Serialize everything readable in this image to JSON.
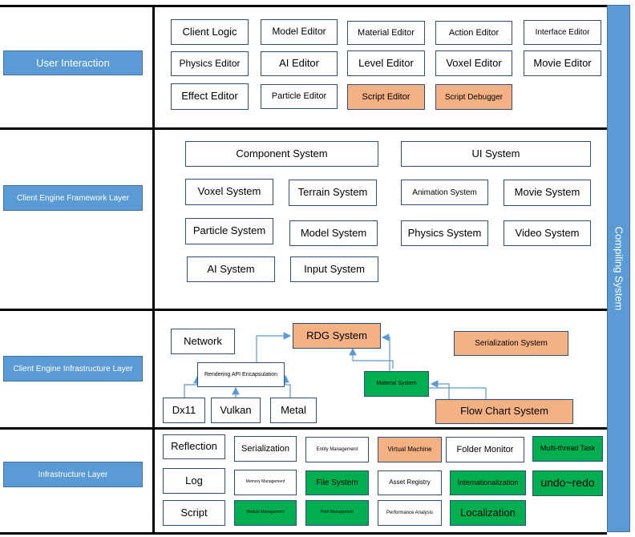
{
  "compiling_system": "Compiling System",
  "layers": {
    "user_interaction": "User Interaction",
    "client_engine_framework": "Client Engine Framework Layer",
    "client_engine_infrastructure": "Client Engine Infrastructure Layer",
    "infrastructure": "Infrastructure Layer"
  },
  "ui": {
    "client_logic": "Client Logic",
    "model_editor": "Model Editor",
    "material_editor": "Material Editor",
    "action_editor": "Action Editor",
    "interface_editor": "Interface Editor",
    "physics_editor": "Physics Editor",
    "ai_editor": "AI Editor",
    "level_editor": "Level Editor",
    "voxel_editor": "Voxel Editor",
    "movie_editor": "Movie Editor",
    "effect_editor": "Effect Editor",
    "particle_editor": "Particle Editor",
    "script_editor": "Script Editor",
    "script_debugger": "Script Debugger"
  },
  "framework": {
    "component_system": "Component System",
    "ui_system": "UI System",
    "voxel_system": "Voxel System",
    "terrain_system": "Terrain System",
    "animation_system": "Animation System",
    "movie_system": "Movie System",
    "particle_system": "Particle System",
    "model_system": "Model System",
    "physics_system": "Physics System",
    "video_system": "Video System",
    "ai_system": "AI System",
    "input_system": "Input System"
  },
  "engine_infra": {
    "network": "Network",
    "rdg_system": "RDG System",
    "serialization_system": "Serialization System",
    "rendering_api": "Rendering API Encapsulation",
    "material_system": "Material System",
    "dx11": "Dx11",
    "vulkan": "Vulkan",
    "metal": "Metal",
    "flow_chart_system": "Flow Chart System"
  },
  "infra": {
    "reflection": "Reflection",
    "serialization": "Serialization",
    "entity_management": "Entity Management",
    "virtual_machine": "Virtual Machine",
    "folder_monitor": "Folder Monitor",
    "multithread_task": "Multi-thread Task",
    "log": "Log",
    "memory_management": "Memory Management",
    "file_system": "File System",
    "asset_registry": "Asset Registry",
    "internationalization": "Internationalization",
    "undo_redo": "undo~redo",
    "script": "Script",
    "module_management": "Module Management",
    "path_management": "Path Management",
    "performance_analysis": "Performance Analysis",
    "localization": "Localization"
  },
  "colors": {
    "layer_blue": "#5b9bd5",
    "highlight_orange": "#f4b183",
    "highlight_green": "#00b050"
  }
}
